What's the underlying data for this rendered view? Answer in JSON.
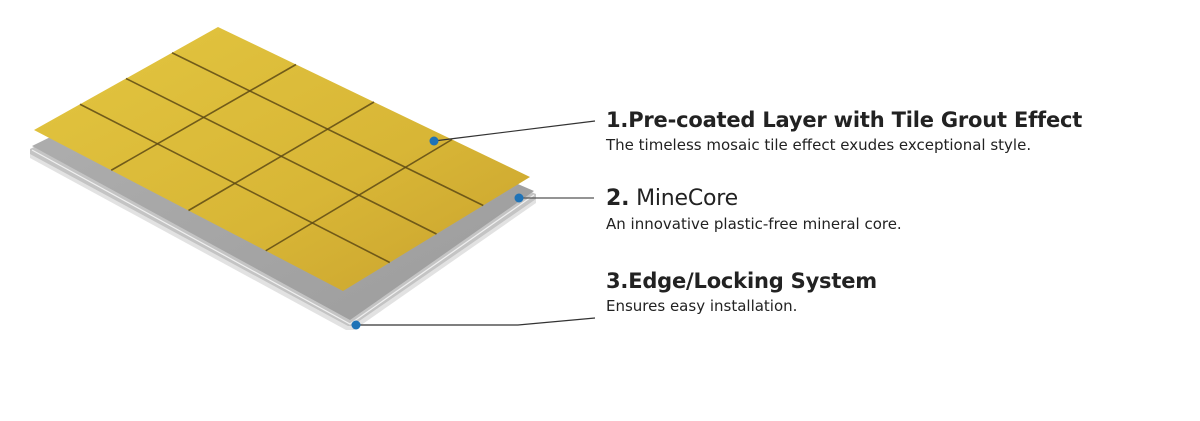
{
  "diagram": {
    "type": "exploded-layer-illustration",
    "colors": {
      "tile_layer": "#D9B835",
      "grout_lines": "#5E4A14",
      "core_board": "#A8A8A8",
      "core_edge": "#D8D8D8",
      "callout_dot": "#1F73B7",
      "leader_line": "#333333",
      "text": "#222222"
    },
    "tile_grid": {
      "rows": 4,
      "columns": 4
    },
    "callouts": [
      {
        "number": "1.",
        "title": "Pre-coated Layer with Tile Grout Effect",
        "description": "The timeless mosaic tile effect exudes exceptional style."
      },
      {
        "number": "2.",
        "title": "MineCore",
        "description": "An innovative plastic-free mineral core."
      },
      {
        "number": "3.",
        "title": "Edge/Locking System",
        "description": "Ensures easy installation."
      }
    ]
  }
}
